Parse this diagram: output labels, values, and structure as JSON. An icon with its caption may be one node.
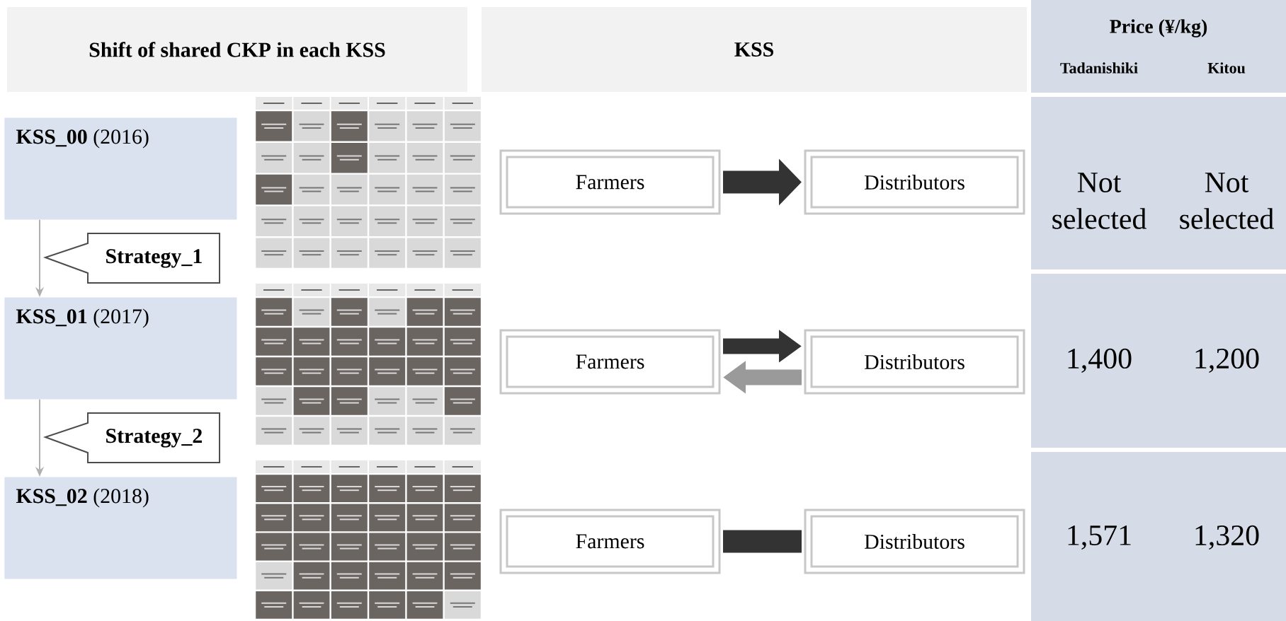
{
  "diagram": {
    "nodes": [
      {
        "text": [
          "**KSS_00** (2016)"
        ]
      },
      {
        "text": [
          "Strategy_1"
        ]
      },
      {
        "text": [
          "**KSS_01** (2017)"
        ]
      },
      {
        "text": [
          "Strategy_2"
        ]
      },
      {
        "text": [
          "**KSS_02** (2018)"
        ]
      },
      {
        "text": [
          "Farmers"
        ]
      },
      {
        "text": [
          "Distributors"
        ]
      },
      {
        "text": [
          "Farmers"
        ]
      },
      {
        "text": [
          "Distributors"
        ]
      },
      {
        "text": [
          "Farmers"
        ]
      },
      {
        "text": [
          "Distributors"
        ]
      }
    ],
    "edges": [
      {
        "from": 0,
        "to": 2,
        "arrow": "to",
        "color": "#b0b0b0"
      },
      {
        "from": 2,
        "to": 4,
        "arrow": "to",
        "color": "#b0b0b0"
      },
      {
        "from": 5,
        "to": 6,
        "arrow": "to"
      },
      {
        "from": 7,
        "to": 8,
        "arrow": "to"
      },
      {
        "from": 8,
        "to": 7,
        "arrow": "to",
        "color": "#9a9a9a"
      },
      {
        "from": 9,
        "to": 10,
        "arrow": "none"
      }
    ],
    "labels": [
      "Shift of shared CKP in each KSS",
      "KSS",
      "Price (¥/kg)",
      "Tadanishiki",
      "Kitou",
      "Not selected",
      "Not selected",
      "1,400",
      "1,200",
      "1,571",
      "1,320"
    ]
  }
}
